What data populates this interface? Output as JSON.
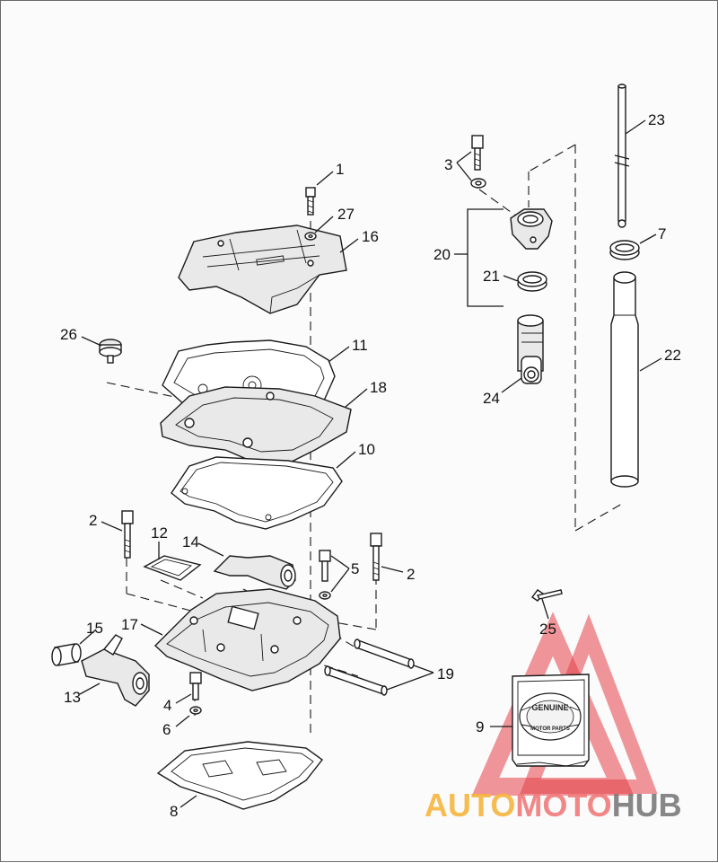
{
  "callouts": [
    "1",
    "2",
    "2",
    "3",
    "4",
    "5",
    "6",
    "7",
    "8",
    "9",
    "10",
    "11",
    "12",
    "13",
    "14",
    "15",
    "16",
    "17",
    "18",
    "19",
    "20",
    "21",
    "22",
    "23",
    "24",
    "25",
    "26",
    "27"
  ],
  "watermark": {
    "word1": "AUTO",
    "word2": "MOTO",
    "word3": "HUB",
    "color1": "#f5b53f",
    "color2": "#f07a7a",
    "color3": "#7a7a7a",
    "triangle_color": "#e0202a"
  },
  "package_badge": {
    "line1": "GENUINE",
    "line2": "MOTOR PARTS"
  }
}
